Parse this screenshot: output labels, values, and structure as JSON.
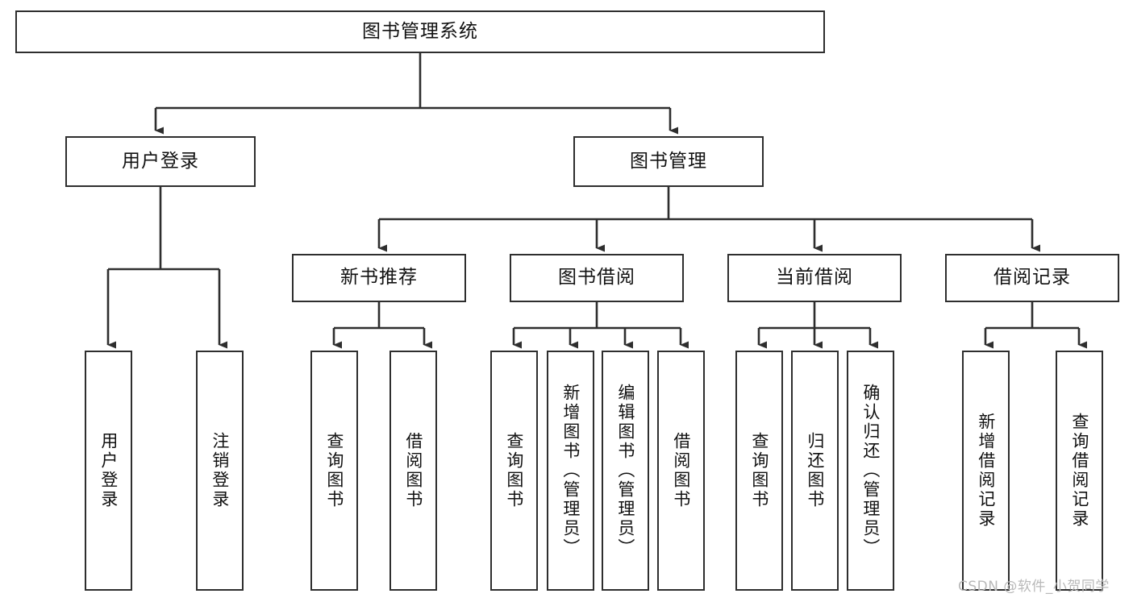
{
  "diagram": {
    "title": "图书管理系统",
    "type": "functional-structure-tree",
    "stroke_color": "#2e2e2e",
    "text_color": "#111111",
    "background": "#ffffff"
  },
  "nodes": {
    "root": {
      "label": "图书管理系统"
    },
    "level2": [
      {
        "id": "user-login",
        "label": "用户登录"
      },
      {
        "id": "book-manage",
        "label": "图书管理"
      }
    ],
    "level3": [
      {
        "id": "new-book-recommend",
        "label": "新书推荐"
      },
      {
        "id": "book-borrow",
        "label": "图书借阅"
      },
      {
        "id": "current-borrow",
        "label": "当前借阅"
      },
      {
        "id": "borrow-record",
        "label": "借阅记录"
      }
    ],
    "leaves": {
      "user_login": [
        {
          "id": "leaf-user-login",
          "label": "用户登录"
        },
        {
          "id": "leaf-logout-login",
          "label": "注销登录"
        }
      ],
      "new_book_recommend": [
        {
          "id": "leaf-query-book-1",
          "label": "查询图书"
        },
        {
          "id": "leaf-borrow-book-1",
          "label": "借阅图书"
        }
      ],
      "book_borrow": [
        {
          "id": "leaf-query-book-2",
          "label": "查询图书"
        },
        {
          "id": "leaf-add-book",
          "label": "新增图书（管理员）"
        },
        {
          "id": "leaf-edit-book",
          "label": "编辑图书（管理员）"
        },
        {
          "id": "leaf-borrow-book-2",
          "label": "借阅图书"
        }
      ],
      "current_borrow": [
        {
          "id": "leaf-query-book-3",
          "label": "查询图书"
        },
        {
          "id": "leaf-return-book",
          "label": "归还图书"
        },
        {
          "id": "leaf-confirm-return",
          "label": "确认归还（管理员）"
        }
      ],
      "borrow_record": [
        {
          "id": "leaf-add-record",
          "label": "新增借阅记录"
        },
        {
          "id": "leaf-query-record",
          "label": "查询借阅记录"
        }
      ]
    }
  },
  "watermark": {
    "text": "CSDN @软件_小贺同学"
  }
}
